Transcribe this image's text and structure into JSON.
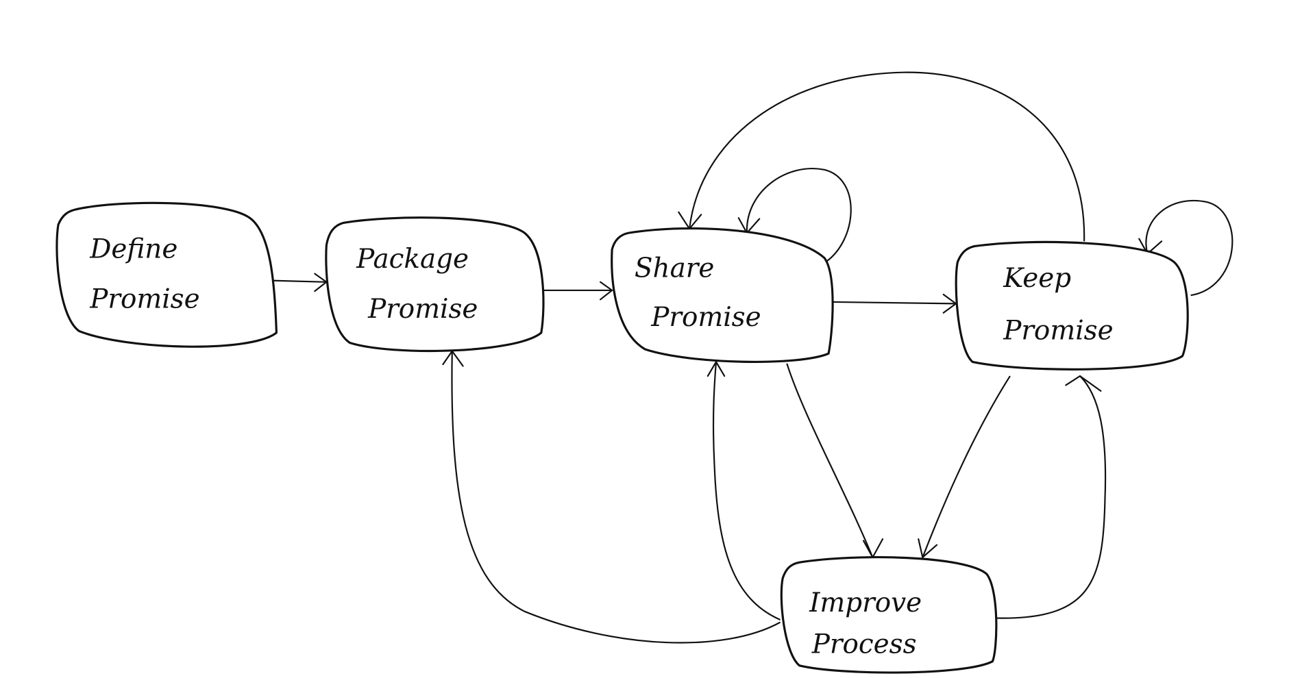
{
  "diagram": {
    "nodes": {
      "define": {
        "line1": "Define",
        "line2": "Promise"
      },
      "package": {
        "line1": "Package",
        "line2": "Promise"
      },
      "share": {
        "line1": "Share",
        "line2": "Promise"
      },
      "keep": {
        "line1": "Keep",
        "line2": "Promise"
      },
      "improve": {
        "line1": "Improve",
        "line2": "Process"
      }
    },
    "edges": [
      {
        "from": "Define Promise",
        "to": "Package Promise"
      },
      {
        "from": "Package Promise",
        "to": "Share Promise"
      },
      {
        "from": "Share Promise",
        "to": "Keep Promise"
      },
      {
        "from": "Share Promise",
        "to": "Share Promise"
      },
      {
        "from": "Keep Promise",
        "to": "Share Promise"
      },
      {
        "from": "Keep Promise",
        "to": "Keep Promise"
      },
      {
        "from": "Share Promise",
        "to": "Improve Process"
      },
      {
        "from": "Keep Promise",
        "to": "Improve Process"
      },
      {
        "from": "Improve Process",
        "to": "Keep Promise"
      },
      {
        "from": "Improve Process",
        "to": "Share Promise"
      },
      {
        "from": "Improve Process",
        "to": "Package Promise"
      }
    ]
  }
}
